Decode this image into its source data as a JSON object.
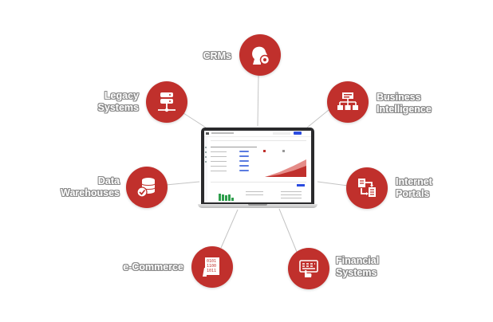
{
  "diagram": {
    "nodes": [
      {
        "id": "crms",
        "lines": [
          "CRMs"
        ],
        "icon": "head-gear-icon"
      },
      {
        "id": "business-intelligence",
        "lines": [
          "Business",
          "Intelligence"
        ],
        "icon": "org-chart-icon"
      },
      {
        "id": "internet-portals",
        "lines": [
          "Internet",
          "Portals"
        ],
        "icon": "documents-flow-icon"
      },
      {
        "id": "financial-systems",
        "lines": [
          "Financial",
          "Systems"
        ],
        "icon": "hand-keyboard-icon"
      },
      {
        "id": "e-commerce",
        "lines": [
          "e-Commerce"
        ],
        "icon": "binary-code-icon"
      },
      {
        "id": "data-warehouses",
        "lines": [
          "Data",
          "Warehouses"
        ],
        "icon": "database-check-icon"
      },
      {
        "id": "legacy-systems",
        "lines": [
          "Legacy",
          "Systems"
        ],
        "icon": "server-network-icon"
      }
    ],
    "center": {
      "icon": "laptop-dashboard-icon"
    },
    "colors": {
      "node": "#c0302c",
      "link": "#c4c4c4",
      "accent": "#2b4ce0",
      "chart_red": "#c0302c",
      "chart_green": "#2e9e4c"
    }
  }
}
